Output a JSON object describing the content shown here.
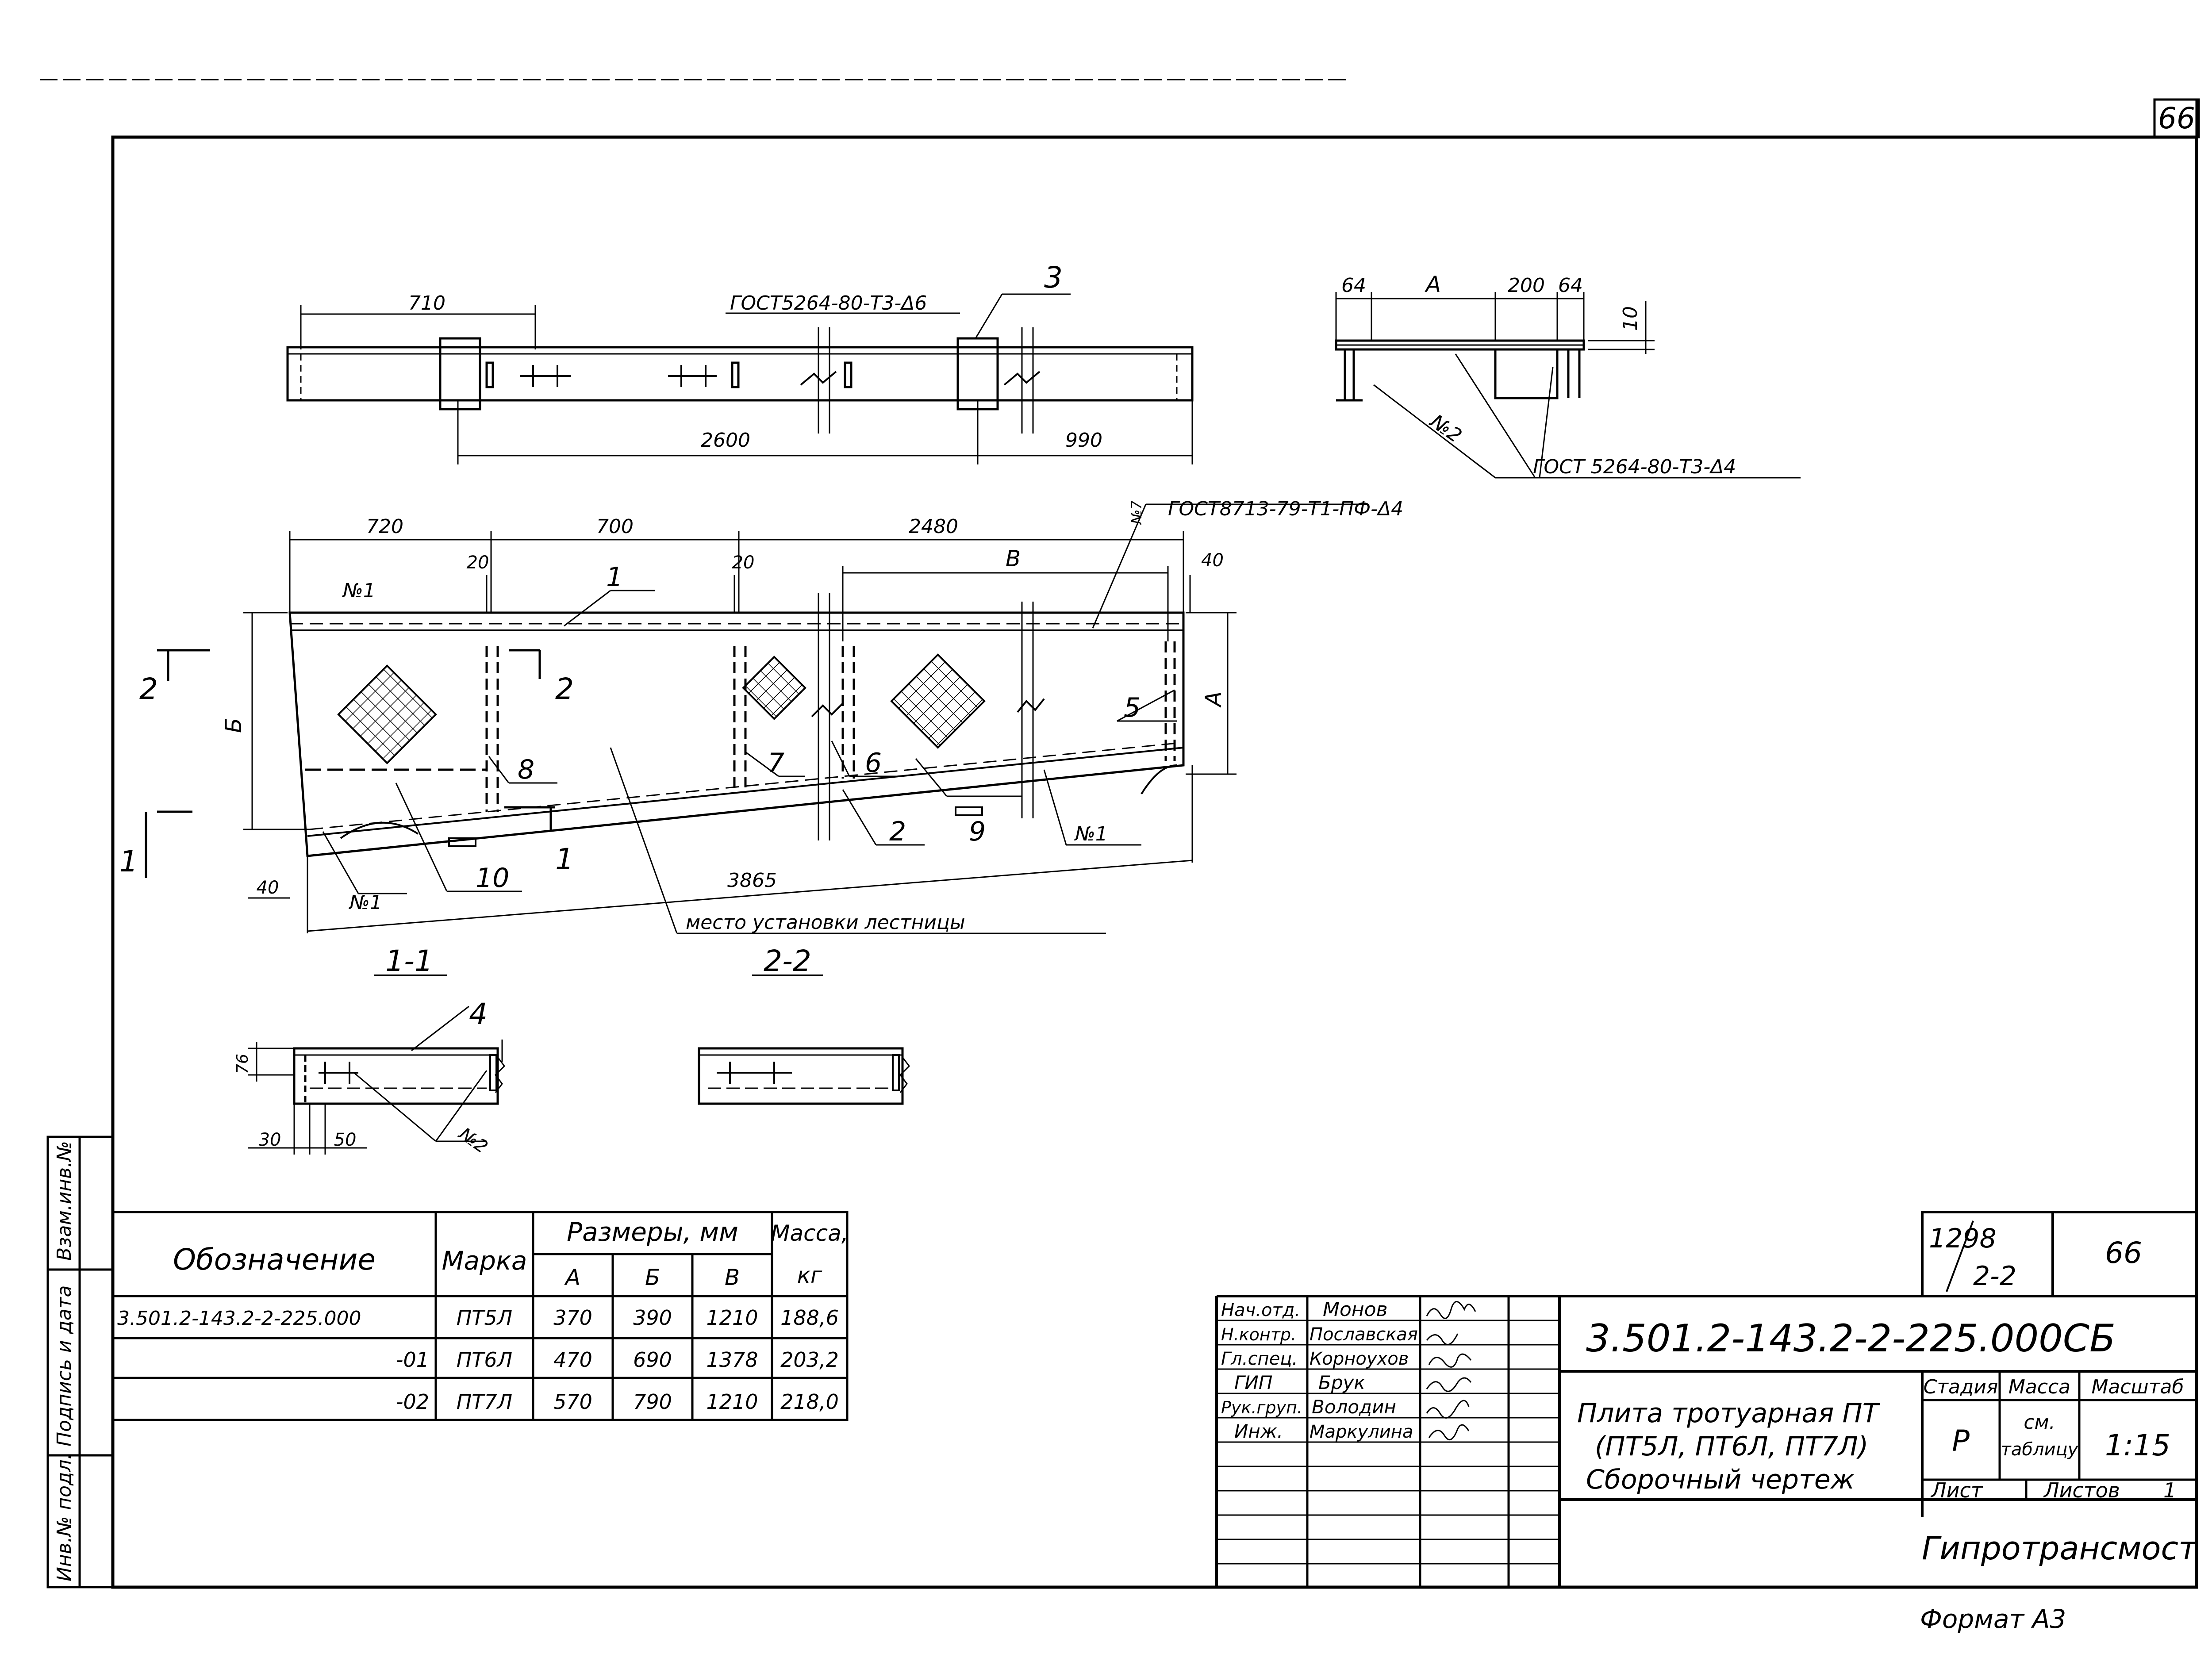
{
  "sheet_corner_number": "66",
  "top_view": {
    "dims": {
      "d710": "710",
      "d2600": "2600",
      "d990": "990"
    },
    "weld_note": "ГОСТ5264-80-Т3-Δ6",
    "callout_3": "3"
  },
  "end_view": {
    "dims": {
      "d64a": "64",
      "dA": "А",
      "d200": "200",
      "d64b": "64",
      "d10": "10"
    },
    "weld_no2": "№2",
    "weld_note": "ГОСТ 5264-80-Т3-Δ4"
  },
  "main_view": {
    "dims": {
      "d720": "720",
      "d700": "700",
      "d2480": "2480",
      "d20a": "20",
      "d20b": "20",
      "dB": "В",
      "d40top": "40",
      "d40bottom": "40",
      "d3865": "3865",
      "dBe": "Б",
      "dA": "А"
    },
    "weld_note": "ГОСТ8713-79-Т1-ПФ-Δ4",
    "weld_no7": "№7",
    "weld_no1_top": "№1",
    "weld_no1_right": "№1",
    "weld_no1_bottom": "№1",
    "callouts": [
      "1",
      "2",
      "5",
      "6",
      "7",
      "8",
      "9",
      "10"
    ],
    "section_marks": {
      "s2_left": "2",
      "s2_mid": "2",
      "s1_left": "1",
      "s1_mid": "1"
    },
    "ladder_note": "место установки лестницы"
  },
  "section_1_1": {
    "title": "1-1",
    "callout_4": "4",
    "dims": {
      "d76": "76",
      "d30": "30",
      "d50": "50"
    },
    "weld_no2": "№2"
  },
  "section_2_2": {
    "title": "2-2"
  },
  "side_stamp": {
    "cells": [
      "Взам.инв.№",
      "Подпись и дата",
      "Инв.№ подл."
    ]
  },
  "spec_table": {
    "headers": {
      "designation": "Обозначение",
      "mark": "Марка",
      "sizes": "Размеры, мм",
      "mass": "Масса,",
      "mass_unit": "кг",
      "col_a": "А",
      "col_b": "Б",
      "col_v": "В"
    },
    "rows": [
      {
        "designation": "3.501.2-143.2-2-225.000",
        "mark": "ПТ5Л",
        "a": "370",
        "b": "390",
        "v": "1210",
        "mass": "188,6"
      },
      {
        "designation": "-01",
        "mark": "ПТ6Л",
        "a": "470",
        "b": "690",
        "v": "1378",
        "mass": "203,2"
      },
      {
        "designation": "-02",
        "mark": "ПТ7Л",
        "a": "570",
        "b": "790",
        "v": "1210",
        "mass": "218,0"
      }
    ]
  },
  "title_block": {
    "approvals": [
      {
        "role": "Нач.отд.",
        "name": "Монов"
      },
      {
        "role": "Н.контр.",
        "name": "Пославская"
      },
      {
        "role": "Гл.спец.",
        "name": "Корноухов"
      },
      {
        "role": "ГИП",
        "name": "Брук"
      },
      {
        "role": "Рук.груп.",
        "name": "Володин"
      },
      {
        "role": "Инж.",
        "name": "Маркулина"
      }
    ],
    "album_code": "1298",
    "album_sub": "2-2",
    "page_number": "66",
    "doc_code": "3.501.2-143.2-2-225.000СБ",
    "title_line1": "Плита тротуарная ПТ",
    "title_line2": "(ПТ5Л, ПТ6Л, ПТ7Л)",
    "title_line3": "Сборочный чертеж",
    "stage_label": "Стадия",
    "mass_label": "Масса",
    "scale_label": "Масштаб",
    "stage_value": "Р",
    "mass_value_1": "см.",
    "mass_value_2": "таблицу",
    "scale_value": "1:15",
    "sheet_label": "Лист",
    "sheets_label": "Листов",
    "sheets_value": "1",
    "organization": "Гипротрансмост"
  },
  "format_label": "Формат А3"
}
